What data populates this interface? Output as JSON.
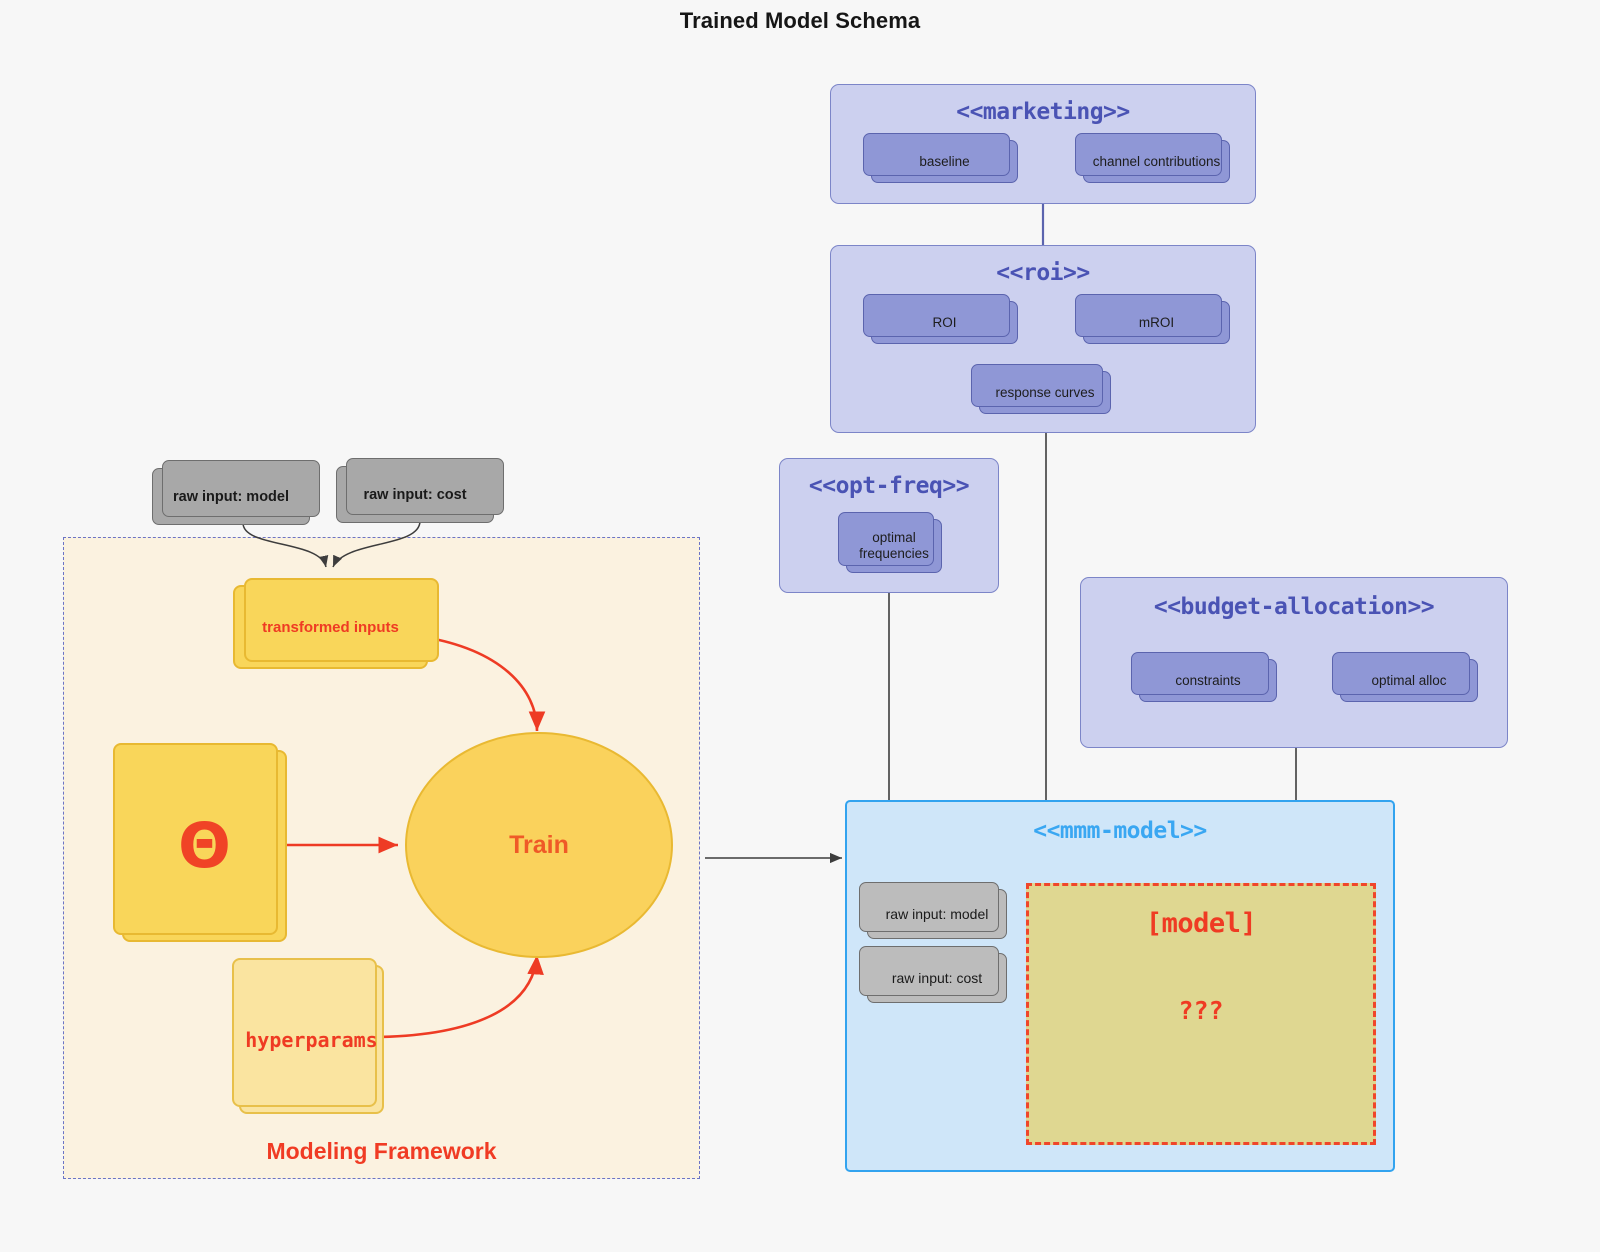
{
  "title": "Trained Model Schema",
  "colors": {
    "background": "#f7f7f7",
    "cluster_fill": "#ccd0ef",
    "cluster_stroke": "#7c85c8",
    "cluster_title": "#4a53b4",
    "card_fill": "#8f97d6",
    "card_stroke": "#5b64ae",
    "mmm_fill": "#cfe6f9",
    "mmm_stroke": "#32a3ef",
    "mmm_title": "#3aa7f2",
    "gray_card_fill": "#b3b3b3",
    "gray_card_stroke": "#6e6e6e",
    "framework_fill": "#fbf2e0",
    "framework_stroke": "#6b74c6",
    "accent_red": "#ef3b23",
    "yellow_deep": "#f9d65a",
    "yellow_pale": "#fae4a0",
    "train_fill": "#fad25c",
    "model_fill": "#dfd791",
    "edge_gray": "#4a4a4a"
  },
  "clusters": {
    "marketing": {
      "title": "<<marketing>>",
      "cards": [
        {
          "label": "baseline"
        },
        {
          "label": "channel contributions"
        }
      ]
    },
    "roi": {
      "title": "<<roi>>",
      "cards": [
        {
          "label": "ROI"
        },
        {
          "label": "mROI"
        },
        {
          "label": "response curves"
        }
      ]
    },
    "opt_freq": {
      "title": "<<opt-freq>>",
      "cards": [
        {
          "label": "optimal\nfrequencies"
        }
      ]
    },
    "budget_allocation": {
      "title": "<<budget-allocation>>",
      "cards": [
        {
          "label": "constraints"
        },
        {
          "label": "optimal alloc"
        }
      ]
    },
    "mmm_model": {
      "title": "<<mmm-model>>",
      "inputs": [
        {
          "label": "raw input: model"
        },
        {
          "label": "raw input: cost"
        }
      ],
      "placeholder": {
        "label": "[model]",
        "unknown": "???"
      }
    }
  },
  "framework": {
    "label": "Modeling Framework",
    "raw_inputs": [
      {
        "label": "raw input: model"
      },
      {
        "label": "raw input: cost"
      }
    ],
    "transformed_inputs": "transformed inputs",
    "theta": "Θ",
    "hyperparams": "hyperparams",
    "train": "Train"
  },
  "chart_data": {
    "type": "diagram",
    "title": "Trained Model Schema",
    "nodes": [
      {
        "id": "raw-input-model-ext",
        "label": "raw input: model",
        "group": "external",
        "shape": "stacked-rect"
      },
      {
        "id": "raw-input-cost-ext",
        "label": "raw input: cost",
        "group": "external",
        "shape": "stacked-rect"
      },
      {
        "id": "transformed-inputs",
        "label": "transformed inputs",
        "group": "modeling-framework",
        "shape": "stacked-rect"
      },
      {
        "id": "theta",
        "label": "Θ",
        "group": "modeling-framework",
        "shape": "stacked-rect"
      },
      {
        "id": "hyperparams",
        "label": "hyperparams",
        "group": "modeling-framework",
        "shape": "stacked-rect"
      },
      {
        "id": "train",
        "label": "Train",
        "group": "modeling-framework",
        "shape": "ellipse"
      },
      {
        "id": "baseline",
        "label": "baseline",
        "group": "marketing",
        "shape": "stacked-rect"
      },
      {
        "id": "channel-contributions",
        "label": "channel contributions",
        "group": "marketing",
        "shape": "stacked-rect"
      },
      {
        "id": "roi",
        "label": "ROI",
        "group": "roi",
        "shape": "stacked-rect"
      },
      {
        "id": "mroi",
        "label": "mROI",
        "group": "roi",
        "shape": "stacked-rect"
      },
      {
        "id": "response-curves",
        "label": "response curves",
        "group": "roi",
        "shape": "stacked-rect"
      },
      {
        "id": "optimal-frequencies",
        "label": "optimal frequencies",
        "group": "opt-freq",
        "shape": "stacked-rect"
      },
      {
        "id": "constraints",
        "label": "constraints",
        "group": "budget-allocation",
        "shape": "stacked-rect"
      },
      {
        "id": "optimal-alloc",
        "label": "optimal alloc",
        "group": "budget-allocation",
        "shape": "stacked-rect"
      },
      {
        "id": "raw-input-model-mmm",
        "label": "raw input: model",
        "group": "mmm-model",
        "shape": "stacked-rect"
      },
      {
        "id": "raw-input-cost-mmm",
        "label": "raw input: cost",
        "group": "mmm-model",
        "shape": "stacked-rect"
      },
      {
        "id": "model-placeholder",
        "label": "[model] ???",
        "group": "mmm-model",
        "shape": "dashed-rect"
      }
    ],
    "edges": [
      {
        "from": "raw-input-model-ext",
        "to": "transformed-inputs",
        "style": "curved-arrow",
        "color": "#4a4a4a"
      },
      {
        "from": "raw-input-cost-ext",
        "to": "transformed-inputs",
        "style": "curved-arrow",
        "color": "#4a4a4a"
      },
      {
        "from": "transformed-inputs",
        "to": "train",
        "style": "curved-arrow",
        "color": "#ee3b24"
      },
      {
        "from": "theta",
        "to": "train",
        "style": "arrow",
        "color": "#ee3b24"
      },
      {
        "from": "hyperparams",
        "to": "train",
        "style": "curved-arrow",
        "color": "#ee3b24"
      },
      {
        "from": "train",
        "to": "mmm-model",
        "style": "arrow",
        "color": "#4a4a4a"
      },
      {
        "from": "baseline",
        "to": "channel-contributions",
        "style": "bidirectional",
        "color": "#5b64ae"
      },
      {
        "from": "roi",
        "to": "mroi",
        "style": "bidirectional",
        "color": "#5b64ae"
      },
      {
        "from": "constraints",
        "to": "optimal-alloc",
        "style": "bidirectional",
        "color": "#5b64ae"
      },
      {
        "from": "marketing",
        "to": "roi",
        "style": "line",
        "color": "#5b64ae"
      },
      {
        "from": "roi",
        "to": "mmm-model",
        "style": "line",
        "color": "#4a4a4a"
      },
      {
        "from": "opt-freq",
        "to": "mmm-model",
        "style": "line",
        "color": "#4a4a4a"
      },
      {
        "from": "budget-allocation",
        "to": "mmm-model",
        "style": "line",
        "color": "#4a4a4a"
      }
    ]
  }
}
